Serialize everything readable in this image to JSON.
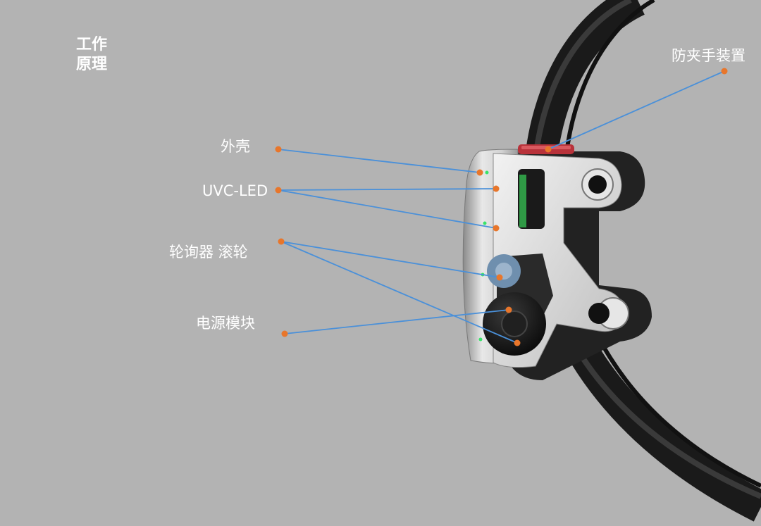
{
  "title": {
    "line1": "工作",
    "line2": "原理"
  },
  "labels": {
    "anti_pinch": "防夹手装置",
    "shell": "外壳",
    "uvc_led": "UVC-LED",
    "encoder_wheel": "轮询器  滚轮",
    "power_module": "电源模块"
  },
  "colors": {
    "background": "#b3b3b3",
    "leader_line": "#4a90d9",
    "marker": "#e8762b",
    "label_text": "#ffffff"
  }
}
